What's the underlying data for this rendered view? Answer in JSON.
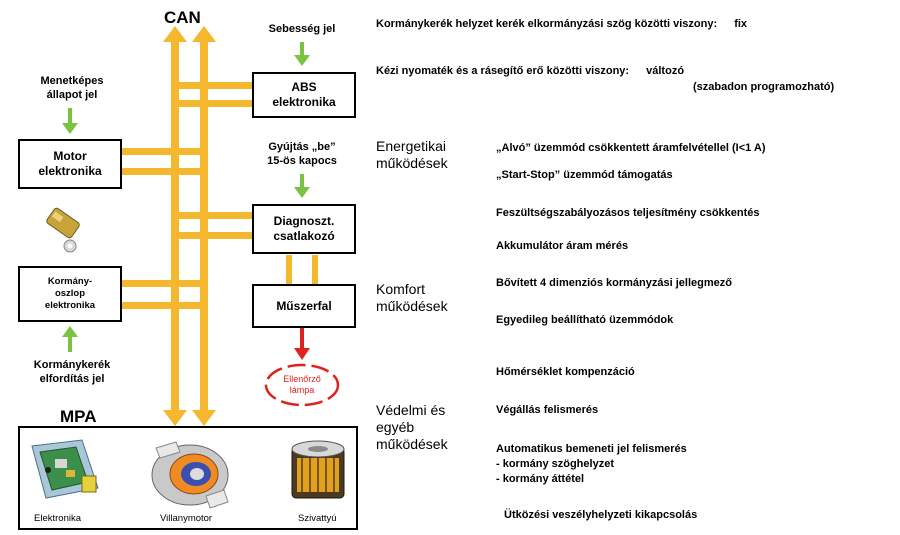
{
  "diagram": {
    "can_label": "CAN",
    "mpa_label": "MPA",
    "inputs": {
      "speed_signal": "Sebesség jel",
      "drive_state_signal": "Menetképes\nállapot jel",
      "ignition_signal": "Gyújtás „be”\n15-ös kapocs",
      "steering_angle_signal": "Kormánykerék\nelfordítás jel"
    },
    "blocks": {
      "abs": "ABS\nelektronika",
      "motor": "Motor\nelektronika",
      "diag": "Diagnoszt.\ncsatlakozó",
      "column": "Kormány-\noszlop\nelektronika",
      "dashboard": "Műszerfal"
    },
    "warning_lamp": "Ellenőrző\nlámpa",
    "mpa_components": [
      "Elektronika",
      "Villanymotor",
      "Szivattyú"
    ]
  },
  "relations": {
    "line1_text": "Kormánykerék helyzet kerék elkormányzási szög közötti viszony:",
    "line1_value": "fix",
    "line2_text": "Kézi nyomaték és a rásegítő erő  közötti viszony:",
    "line2_value": "változó",
    "line2_note": "(szabadon programozható)"
  },
  "sections": [
    {
      "title": "Energetikai\nműködések",
      "items": [
        "„Alvó” üzemmód csökkentett áramfelvétellel  (I<1 A)",
        "„Start-Stop” üzemmód támogatás",
        "Feszültségszabályozásos teljesítmény csökkentés",
        "Akkumulátor áram mérés"
      ]
    },
    {
      "title": "Komfort\nműködések",
      "items": [
        "Bővített 4 dimenziós kormányzási jellegmező",
        "Egyedileg beállítható üzemmódok",
        "Hőmérséklet kompenzáció"
      ]
    },
    {
      "title": "Védelmi és\negyéb\nműködések",
      "items": [
        "Végállás felismerés",
        "Automatikus bemeneti jel felismerés",
        "- kormány szöghelyzet",
        "- kormány áttétel",
        "Ütközési veszélyhelyzeti kikapcsolás"
      ]
    }
  ],
  "colors": {
    "bus": "#f5b72e",
    "signal_arrow": "#7cc242",
    "mpa_arrow": "#2b2f8f",
    "warning": "#e0221e"
  }
}
